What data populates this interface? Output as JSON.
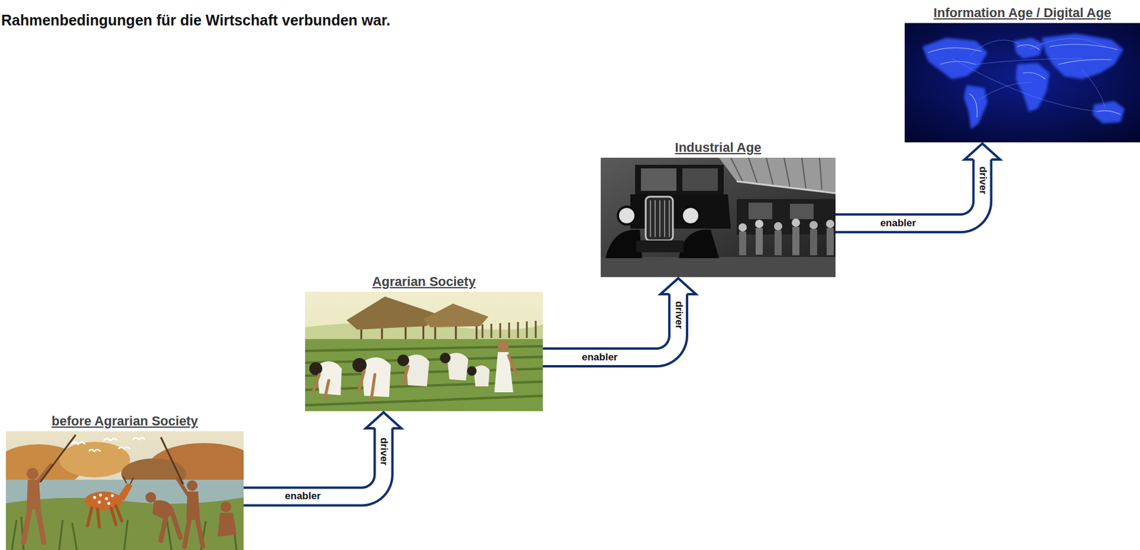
{
  "diagram": {
    "nodes": [
      {
        "text": [
          "before Agrarian Society"
        ]
      },
      {
        "text": [
          "Agrarian Society"
        ]
      },
      {
        "text": [
          "Industrial Age"
        ]
      },
      {
        "text": [
          "Information Age / Digital Age"
        ]
      }
    ],
    "edges": [
      {
        "from": 0,
        "to": 1,
        "arrow": "to",
        "label": "enabler"
      },
      {
        "from": 1,
        "to": 2,
        "arrow": "to",
        "label": "enabler"
      },
      {
        "from": 2,
        "to": 3,
        "arrow": "to",
        "label": "enabler"
      }
    ],
    "labels": [
      "Rahmenbedingungen für die Wirtschaft verbunden war.",
      "driver",
      "driver",
      "driver"
    ]
  }
}
